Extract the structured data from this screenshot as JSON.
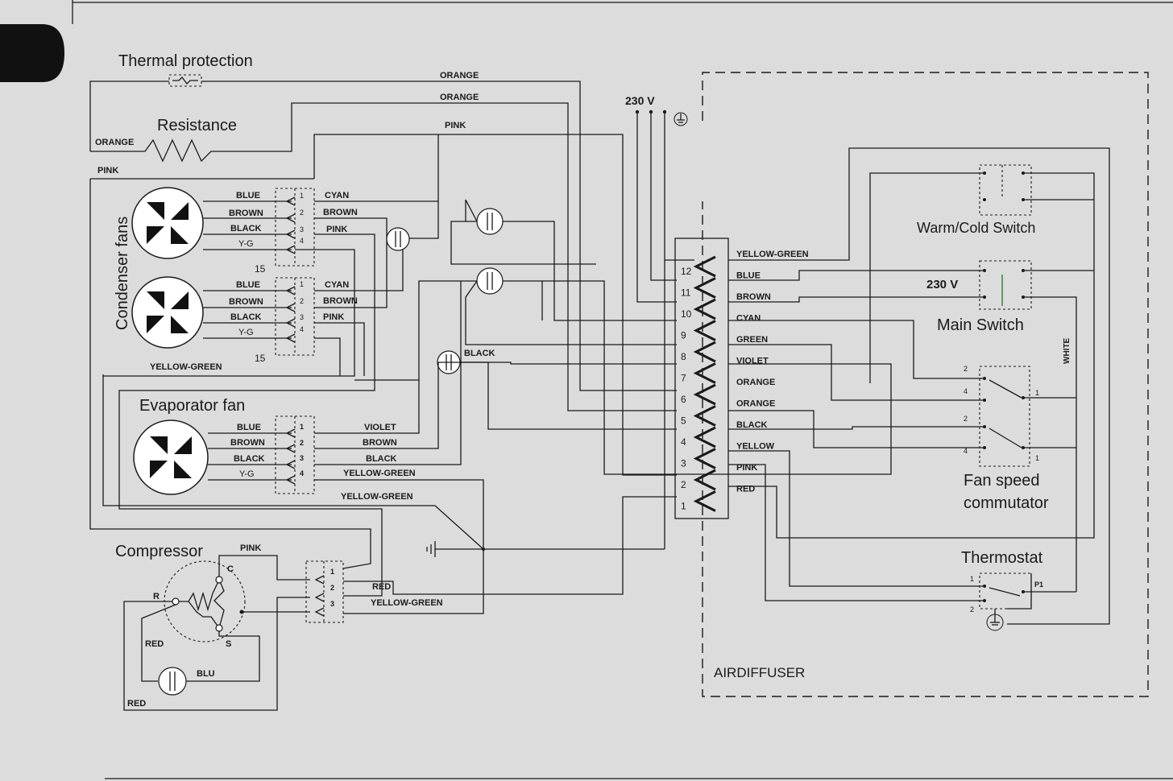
{
  "titles": {
    "thermal_protection": "Thermal protection",
    "resistance": "Resistance",
    "condenser_fans": "Condenser fans",
    "evaporator_fan": "Evaporator fan",
    "compressor": "Compressor",
    "warm_cold_switch": "Warm/Cold Switch",
    "main_switch": "Main Switch",
    "fan_speed_1": "Fan speed",
    "fan_speed_2": "commutator",
    "thermostat": "Thermostat",
    "airdiffuser": "AIRDIFFUSER",
    "supply_top": "230 V",
    "supply_main": "230  V"
  },
  "top_wires": {
    "orange_1": "ORANGE",
    "orange_2": "ORANGE",
    "orange_left": "ORANGE",
    "pink_top": "PINK",
    "pink_left": "PINK"
  },
  "cond_fan_1": {
    "left": [
      "BLUE",
      "BROWN",
      "BLACK",
      "Y-G"
    ],
    "pins": [
      "1",
      "2",
      "3",
      "4"
    ],
    "right": [
      "CYAN",
      "BROWN",
      "PINK"
    ],
    "note": "15"
  },
  "cond_fan_2": {
    "left": [
      "BLUE",
      "BROWN",
      "BLACK",
      "Y-G"
    ],
    "pins": [
      "1",
      "2",
      "3",
      "4"
    ],
    "right": [
      "CYAN",
      "BROWN",
      "PINK"
    ],
    "note": "15"
  },
  "yellow_green_cond": "YELLOW-GREEN",
  "cap_black": "BLACK",
  "evap_fan": {
    "left": [
      "BLUE",
      "BROWN",
      "BLACK",
      "Y-G"
    ],
    "pins": [
      "1",
      "2",
      "3",
      "4"
    ],
    "right": [
      "VIOLET",
      "BROWN",
      "BLACK",
      "YELLOW-GREEN"
    ]
  },
  "yellow_green_mid": "YELLOW-GREEN",
  "compressor": {
    "pink": "PINK",
    "c": "C",
    "r": "R",
    "s": "S",
    "red_1": "RED",
    "blu": "BLU",
    "red_2": "RED",
    "pins": [
      "1",
      "2",
      "3"
    ],
    "red_conn": "RED",
    "yg_conn": "YELLOW-GREEN"
  },
  "terminal": {
    "numbers": [
      "12",
      "11",
      "10",
      "9",
      "8",
      "7",
      "6",
      "5",
      "4",
      "3",
      "2",
      "1"
    ],
    "labels": [
      "YELLOW-GREEN",
      "BLUE",
      "BROWN",
      "CYAN",
      "GREEN",
      "VIOLET",
      "ORANGE",
      "ORANGE",
      "BLACK",
      "YELLOW",
      "PINK",
      "RED"
    ]
  },
  "fan_speed_pins": [
    "2",
    "4",
    "1",
    "2",
    "4",
    "1"
  ],
  "white": "WHITE",
  "thermostat_pins": [
    "1",
    "P1",
    "2"
  ],
  "colors": {
    "background": "#dcdcdc",
    "wire": "#1a1a1a",
    "green_link": "#2e8b3a"
  }
}
